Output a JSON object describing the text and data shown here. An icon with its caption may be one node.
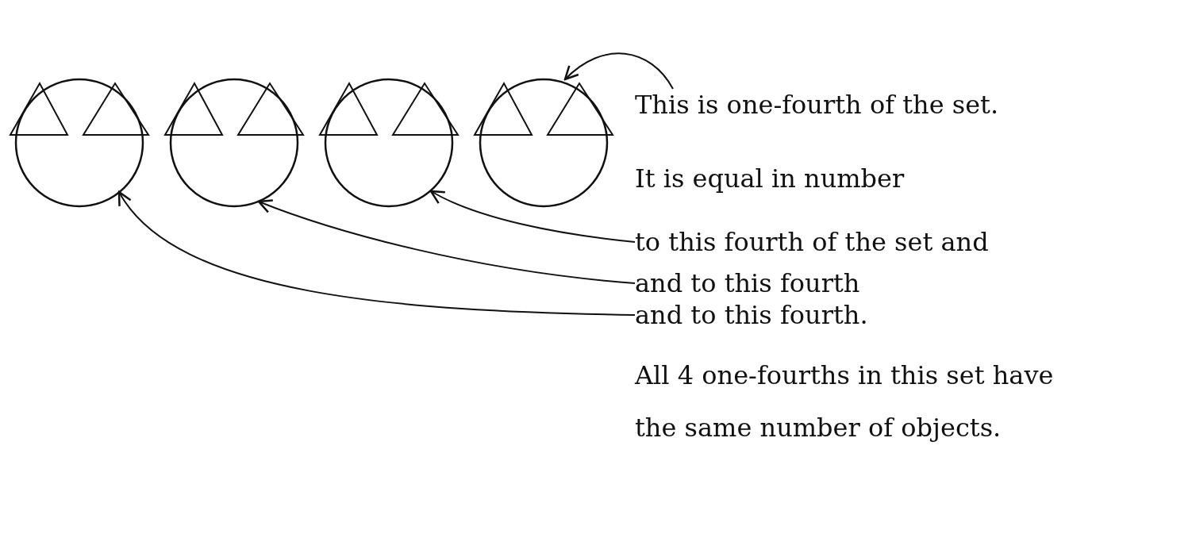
{
  "diagram": {
    "nodes": [
      {
        "text": [],
        "shape": "circle"
      },
      {
        "text": [],
        "shape": "circle"
      },
      {
        "text": [],
        "shape": "circle"
      },
      {
        "text": [],
        "shape": "circle"
      },
      {
        "text": [
          "This is one-fourth of the set."
        ]
      },
      {
        "text": [
          "to this fourth of the set and"
        ]
      },
      {
        "text": [
          "and to this fourth"
        ]
      },
      {
        "text": [
          "and to this fourth."
        ]
      }
    ],
    "edges": [
      {
        "from": 4,
        "to": 3,
        "arrow": "to"
      },
      {
        "from": 5,
        "to": 2,
        "arrow": "to"
      },
      {
        "from": 6,
        "to": 1,
        "arrow": "to"
      },
      {
        "from": 7,
        "to": 0,
        "arrow": "to"
      }
    ],
    "labels": [
      "It is equal in number",
      "All 4 one-fourths in this set have the same number of objects."
    ]
  }
}
